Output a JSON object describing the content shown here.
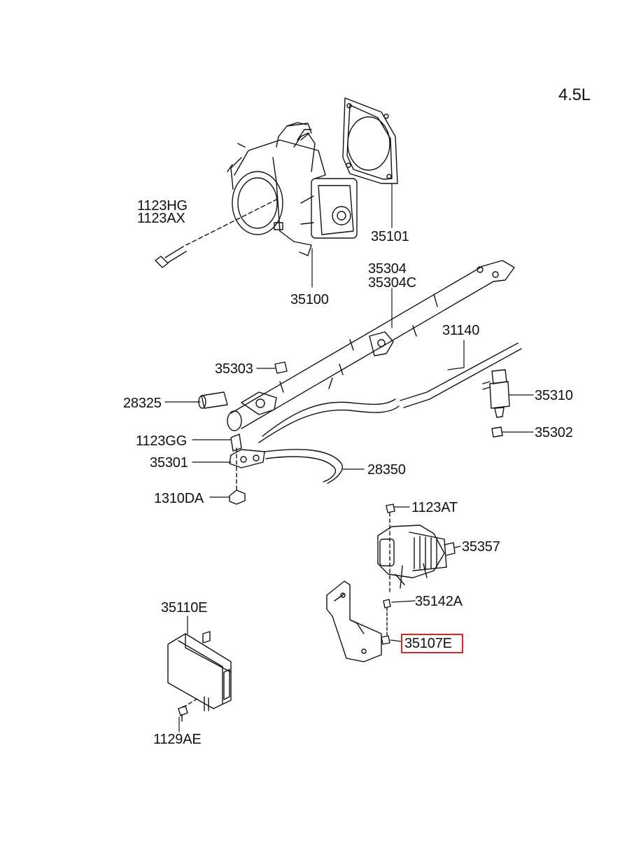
{
  "engine_label": "4.5L",
  "highlight_color": "#d62828",
  "parts": {
    "p1123HG": "1123HG",
    "p1123AX": "1123AX",
    "p35101": "35101",
    "p35100": "35100",
    "p35304": "35304",
    "p35304C": "35304C",
    "p31140": "31140",
    "p35303": "35303",
    "p28325": "28325",
    "p35310": "35310",
    "p1123GG": "1123GG",
    "p35302": "35302",
    "p35301": "35301",
    "p28350": "28350",
    "p1310DA": "1310DA",
    "p1123AT": "1123AT",
    "p35357": "35357",
    "p35110E": "35110E",
    "p35142A": "35142A",
    "p35107E": "35107E",
    "p1129AE": "1129AE"
  },
  "highlighted_part": "35107E"
}
